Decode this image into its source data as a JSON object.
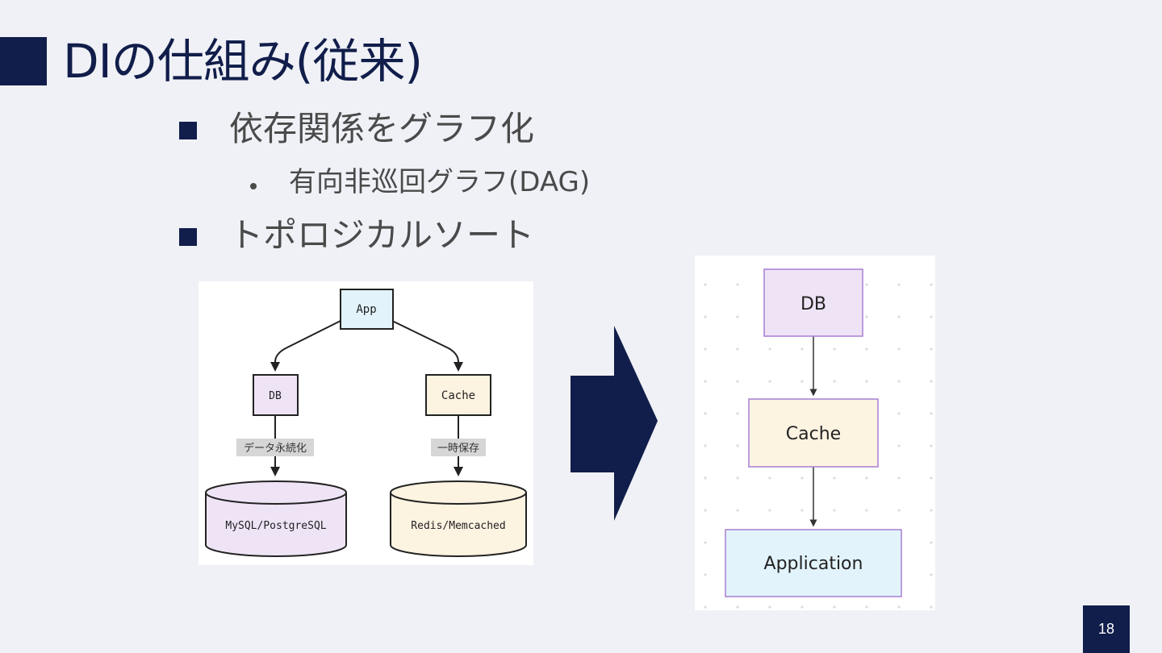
{
  "slide": {
    "title": "DIの仕組み(従来)",
    "bullets": [
      {
        "text": "依存関係をグラフ化",
        "sub": [
          "有向非巡回グラフ(DAG)"
        ]
      },
      {
        "text": "トポロジカルソート",
        "sub": []
      }
    ],
    "page_number": "18"
  },
  "left_diagram": {
    "nodes": {
      "app": "App",
      "db": "DB",
      "cache": "Cache",
      "mysql": "MySQL/PostgreSQL",
      "redis": "Redis/Memcached"
    },
    "edge_labels": {
      "db_to_mysql": "データ永続化",
      "cache_to_redis": "一時保存"
    }
  },
  "right_diagram": {
    "nodes": {
      "db": "DB",
      "cache": "Cache",
      "application": "Application"
    }
  },
  "colors": {
    "navy": "#111d4a",
    "purple_fill": "#efe4f6",
    "purple_stroke": "#a77fd2",
    "cream_fill": "#fdf3e1",
    "blue_fill": "#e2f3fb",
    "label_bg": "#d6d6d6"
  }
}
